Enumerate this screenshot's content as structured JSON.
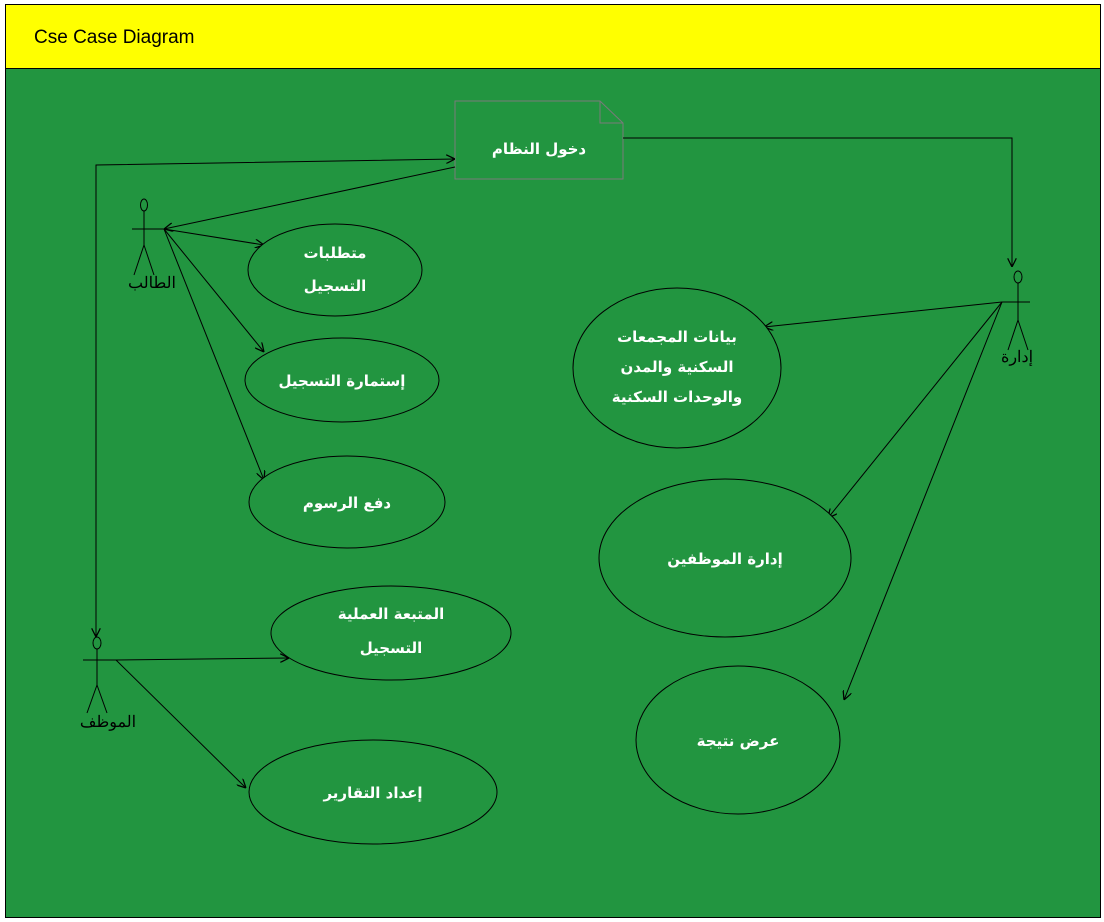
{
  "diagram": {
    "title": "Cse Case Diagram",
    "colors": {
      "background": "#229540",
      "title_bar": "#ffff00",
      "outline": "#000000",
      "use_case_text": "#ffffff"
    },
    "actors": {
      "student": "الطالب",
      "admin": "إدارة",
      "employee": "الموظف"
    },
    "login_note": "دخول النظام",
    "use_cases": {
      "registration_requirements": [
        "متطلبات",
        "التسجيل"
      ],
      "registration_form": [
        "إستمارة التسجيل"
      ],
      "pay_fees": [
        "دفع الرسوم"
      ],
      "follow_registration": [
        "المتبعة العملية",
        "التسجيل"
      ],
      "prepare_reports": [
        "إعداد التقارير"
      ],
      "complex_data": [
        "بيانات المجمعات",
        "السكنية والمدن",
        "والوحدات السكنية"
      ],
      "manage_employees": [
        "إدارة الموظفين"
      ],
      "show_result": [
        "عرض نتيجة"
      ]
    }
  }
}
